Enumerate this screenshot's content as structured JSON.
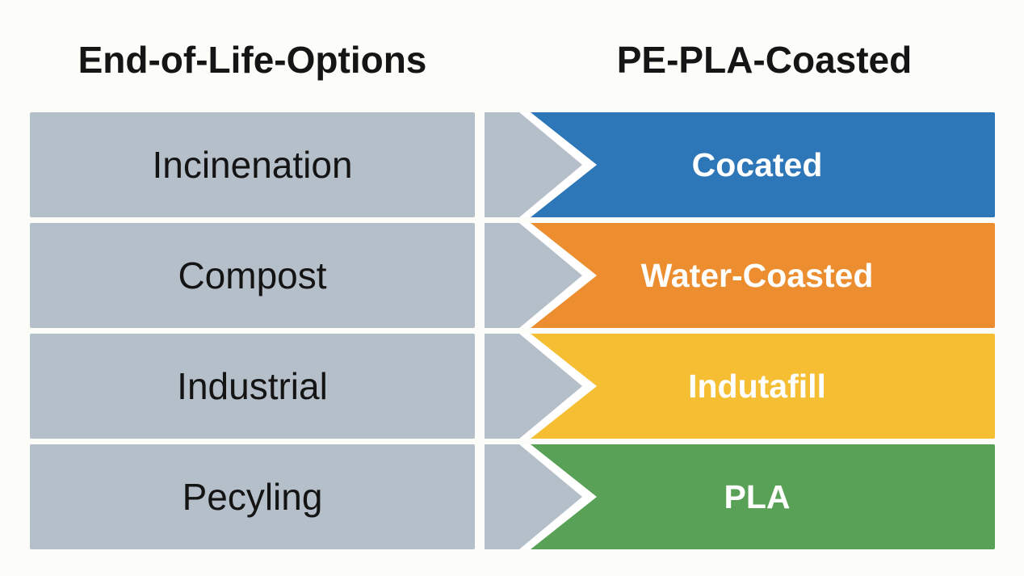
{
  "headers": {
    "left": "End-of-Life-Options",
    "right": "PE-PLA-Coasted"
  },
  "rows": [
    {
      "option": "Incinenation",
      "result": "Cocated",
      "color": "#2d76b7"
    },
    {
      "option": "Compost",
      "result": "Water-Coasted",
      "color": "#ec8e2f"
    },
    {
      "option": "Industrial",
      "result": "Indutafill",
      "color": "#f5be33"
    },
    {
      "option": "Pecyling",
      "result": "PLA",
      "color": "#58a156"
    }
  ],
  "colors": {
    "box_gray": "#b5bfc9",
    "background": "#fcfcf9",
    "dark_text": "#141414",
    "light_text": "#ffffff"
  }
}
